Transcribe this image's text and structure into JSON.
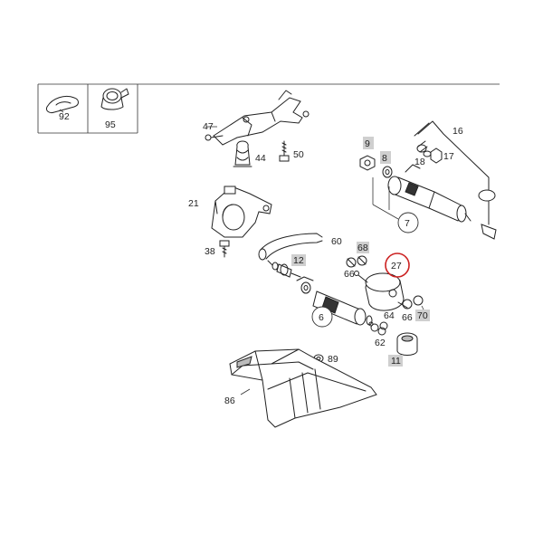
{
  "accent_color": "#cc2222",
  "box_color": "#cfcfcf",
  "labels": {
    "p92": "92",
    "p95": "95",
    "p47": "47",
    "p44": "44",
    "p50": "50",
    "p21": "21",
    "p38": "38",
    "p16": "16",
    "p9": "9",
    "p8": "8",
    "p18": "18",
    "p17": "17",
    "p7": "7",
    "p60": "60",
    "p68": "68",
    "p66a": "66",
    "p12": "12",
    "p27": "27",
    "p6": "6",
    "p64": "64",
    "p66b": "66",
    "p70": "70",
    "p62": "62",
    "p89": "89",
    "p11": "11",
    "p86": "86"
  },
  "highlighted_part": "27"
}
